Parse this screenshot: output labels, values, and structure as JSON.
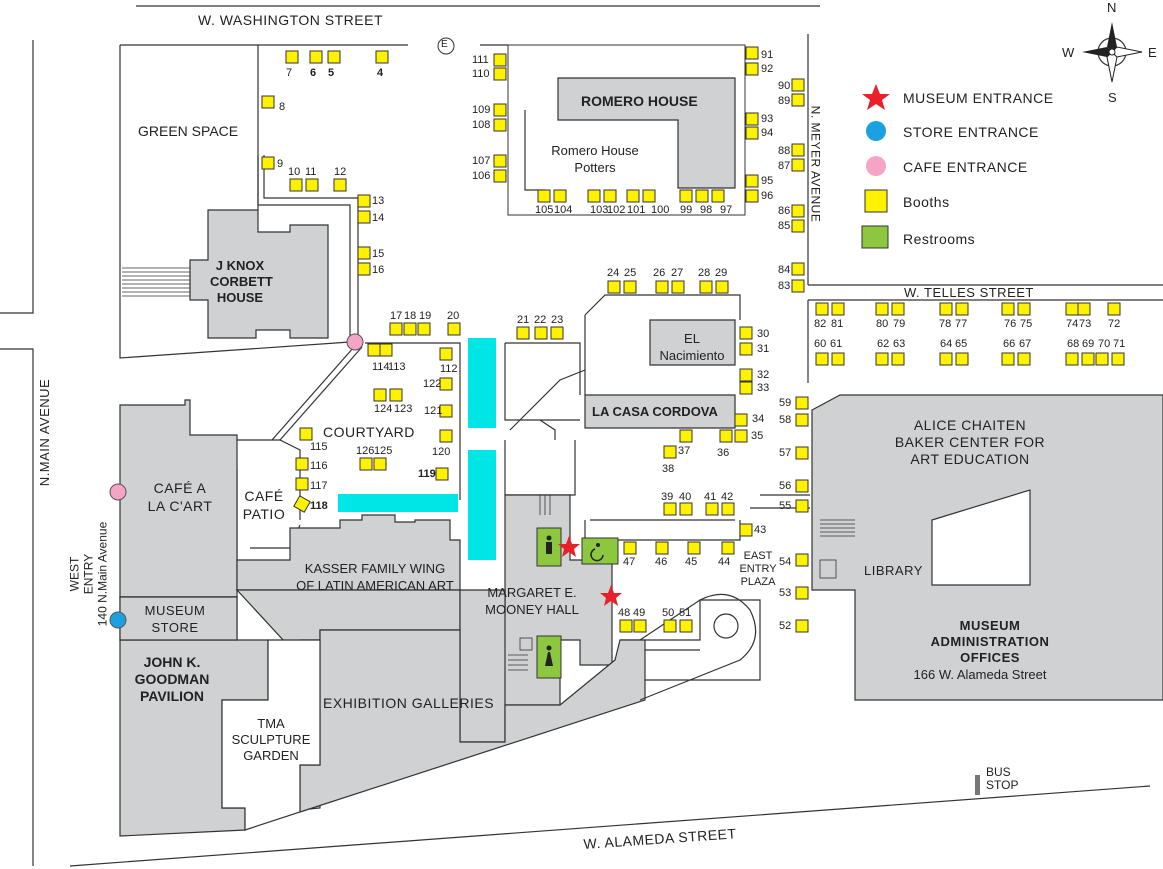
{
  "streets": {
    "washington": "W. WASHINGTON STREET",
    "alameda": "W. ALAMEDA STREET",
    "main": "N.MAIN AVENUE",
    "meyer": "N. MEYER AVENUE",
    "telles": "W. TELLES STREET"
  },
  "compass": {
    "n": "N",
    "s": "S",
    "e": "E",
    "w": "W"
  },
  "exit_marker": "E",
  "legend": {
    "museum_entrance": "MUSEUM ENTRANCE",
    "store_entrance": "STORE ENTRANCE",
    "cafe_entrance": "CAFE ENTRANCE",
    "booths": "Booths",
    "restrooms": "Restrooms"
  },
  "places": {
    "green_space": "GREEN SPACE",
    "knox_1": "J KNOX",
    "knox_2": "CORBETT",
    "knox_3": "HOUSE",
    "romero_house": "ROMERO HOUSE",
    "potters_1": "Romero House",
    "potters_2": "Potters",
    "courtyard": "COURTYARD",
    "el_1": "EL",
    "el_2": "Nacimiento",
    "casa_cordova": "LA CASA CORDOVA",
    "alice_1": "ALICE CHAITEN",
    "alice_2": "BAKER CENTER FOR",
    "alice_3": "ART EDUCATION",
    "cafe_a_1": "CAFÉ A",
    "cafe_a_2": "LA C'ART",
    "cafe_patio_1": "CAFÉ",
    "cafe_patio_2": "PATIO",
    "kasser_1": "KASSER FAMILY WING",
    "kasser_2": "OF LATIN AMERICAN ART",
    "mooney_1": "MARGARET E.",
    "mooney_2": "MOONEY HALL",
    "museum_store_1": "MUSEUM",
    "museum_store_2": "STORE",
    "goodman_1": "JOHN K.",
    "goodman_2": "GOODMAN",
    "goodman_3": "PAVILION",
    "tma_1": "TMA",
    "tma_2": "SCULPTURE",
    "tma_3": "GARDEN",
    "exhibition": "EXHIBITION GALLERIES",
    "east_1": "EAST",
    "east_2": "ENTRY",
    "east_3": "PLAZA",
    "library": "LIBRARY",
    "admin_1": "MUSEUM",
    "admin_2": "ADMINISTRATION",
    "admin_3": "OFFICES",
    "admin_addr": "166 W. Alameda Street",
    "west_1": "WEST",
    "west_2": "ENTRY",
    "west_3": "140 N.Main Avenue",
    "bus_1": "BUS",
    "bus_2": "STOP"
  },
  "booth_labels": [
    {
      "t": "7"
    },
    {
      "t": "6",
      "b": true
    },
    {
      "t": "5",
      "b": true
    },
    {
      "t": "4",
      "b": true
    },
    {
      "t": "8"
    },
    {
      "t": "9"
    },
    {
      "t": "10"
    },
    {
      "t": "11"
    },
    {
      "t": "12"
    },
    {
      "t": "13"
    },
    {
      "t": "14"
    },
    {
      "t": "15"
    },
    {
      "t": "16"
    },
    {
      "t": "17"
    },
    {
      "t": "18"
    },
    {
      "t": "19"
    },
    {
      "t": "20"
    },
    {
      "t": "21"
    },
    {
      "t": "22"
    },
    {
      "t": "23"
    },
    {
      "t": "24"
    },
    {
      "t": "25"
    },
    {
      "t": "26"
    },
    {
      "t": "27"
    },
    {
      "t": "28"
    },
    {
      "t": "29"
    },
    {
      "t": "30"
    },
    {
      "t": "31"
    },
    {
      "t": "32"
    },
    {
      "t": "33"
    },
    {
      "t": "34"
    },
    {
      "t": "35"
    },
    {
      "t": "36"
    },
    {
      "t": "37"
    },
    {
      "t": "38"
    },
    {
      "t": "39"
    },
    {
      "t": "40"
    },
    {
      "t": "41"
    },
    {
      "t": "42"
    },
    {
      "t": "43"
    },
    {
      "t": "44"
    },
    {
      "t": "45"
    },
    {
      "t": "46"
    },
    {
      "t": "47"
    },
    {
      "t": "48"
    },
    {
      "t": "49"
    },
    {
      "t": "50"
    },
    {
      "t": "51"
    },
    {
      "t": "52"
    },
    {
      "t": "53"
    },
    {
      "t": "54"
    },
    {
      "t": "55"
    },
    {
      "t": "56"
    },
    {
      "t": "57"
    },
    {
      "t": "58"
    },
    {
      "t": "59"
    },
    {
      "t": "60"
    },
    {
      "t": "61"
    },
    {
      "t": "62"
    },
    {
      "t": "63"
    },
    {
      "t": "64"
    },
    {
      "t": "65"
    },
    {
      "t": "66"
    },
    {
      "t": "67"
    },
    {
      "t": "68"
    },
    {
      "t": "69"
    },
    {
      "t": "70"
    },
    {
      "t": "71"
    },
    {
      "t": "72"
    },
    {
      "t": "73"
    },
    {
      "t": "74"
    },
    {
      "t": "75"
    },
    {
      "t": "76"
    },
    {
      "t": "77"
    },
    {
      "t": "78"
    },
    {
      "t": "79"
    },
    {
      "t": "80"
    },
    {
      "t": "81"
    },
    {
      "t": "82"
    },
    {
      "t": "83"
    },
    {
      "t": "84"
    },
    {
      "t": "85"
    },
    {
      "t": "86"
    },
    {
      "t": "87"
    },
    {
      "t": "88"
    },
    {
      "t": "89"
    },
    {
      "t": "90"
    },
    {
      "t": "91"
    },
    {
      "t": "92"
    },
    {
      "t": "93"
    },
    {
      "t": "94"
    },
    {
      "t": "95"
    },
    {
      "t": "96"
    },
    {
      "t": "97"
    },
    {
      "t": "98"
    },
    {
      "t": "99"
    },
    {
      "t": "100"
    },
    {
      "t": "101"
    },
    {
      "t": "102"
    },
    {
      "t": "103"
    },
    {
      "t": "104"
    },
    {
      "t": "105"
    },
    {
      "t": "106"
    },
    {
      "t": "107"
    },
    {
      "t": "108"
    },
    {
      "t": "109"
    },
    {
      "t": "110"
    },
    {
      "t": "111"
    },
    {
      "t": "112"
    },
    {
      "t": "113"
    },
    {
      "t": "114"
    },
    {
      "t": "115"
    },
    {
      "t": "116"
    },
    {
      "t": "117"
    },
    {
      "t": "118",
      "b": true
    },
    {
      "t": "119",
      "b": true
    },
    {
      "t": "120"
    },
    {
      "t": "121"
    },
    {
      "t": "122"
    },
    {
      "t": "123"
    },
    {
      "t": "124"
    },
    {
      "t": "125"
    },
    {
      "t": "126"
    }
  ],
  "colors": {
    "building": "#d0d1d3",
    "booth": "#fff200",
    "restroom": "#8dc63f",
    "fountain": "#00e5e5",
    "museum_entrance": "#e8202a",
    "store_entrance": "#1ba1e2",
    "cafe_entrance": "#f5a3c7"
  },
  "icons": [
    "star-icon",
    "circle-icon",
    "booth-square-icon",
    "restroom-icon",
    "compass-icon",
    "wheelchair-icon",
    "bus-stop-icon"
  ]
}
